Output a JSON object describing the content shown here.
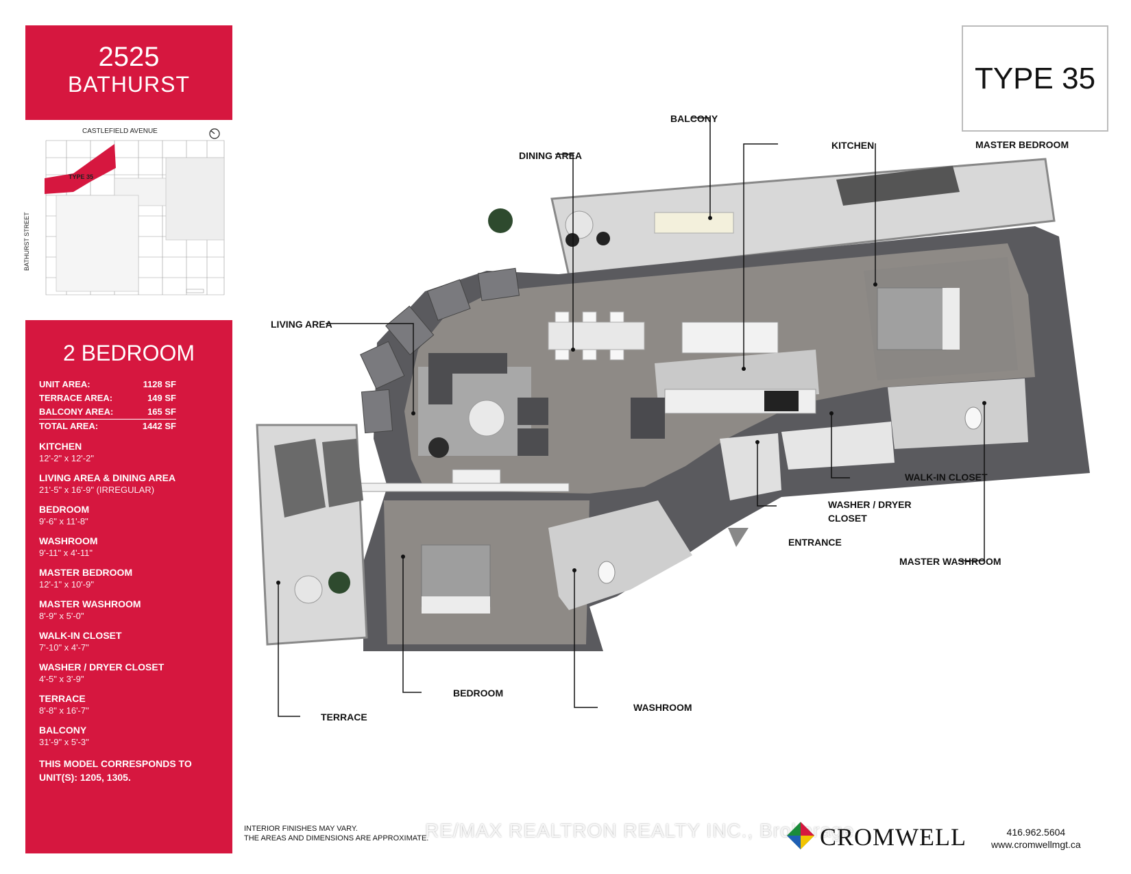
{
  "header": {
    "number": "2525",
    "street": "BATHURST"
  },
  "keyplan": {
    "street_top": "CASTLEFIELD AVENUE",
    "street_side": "BATHURST STREET",
    "unit_label": "TYPE 35"
  },
  "type_label": "TYPE 35",
  "bedrooms_title": "2 BEDROOM",
  "areas": [
    {
      "label": "UNIT AREA:",
      "value": "1128 SF"
    },
    {
      "label": "TERRACE AREA:",
      "value": "149 SF"
    },
    {
      "label": "BALCONY AREA:",
      "value": "165 SF"
    },
    {
      "label": "TOTAL AREA:",
      "value": "1442 SF"
    }
  ],
  "rooms": [
    {
      "name": "KITCHEN",
      "dim": "12'-2\" x 12'-2\""
    },
    {
      "name": "LIVING AREA & DINING AREA",
      "dim": "21'-5\" x 16'-9\" (IRREGULAR)"
    },
    {
      "name": "BEDROOM",
      "dim": "9'-6\" x 11'-8\""
    },
    {
      "name": "WASHROOM",
      "dim": "9'-11\" x 4'-11\""
    },
    {
      "name": "MASTER BEDROOM",
      "dim": "12'-1\" x 10'-9\""
    },
    {
      "name": "MASTER WASHROOM",
      "dim": "8'-9\" x 5'-0\""
    },
    {
      "name": "WALK-IN CLOSET",
      "dim": "7'-10\" x 4'-7\""
    },
    {
      "name": "WASHER / DRYER CLOSET",
      "dim": "4'-5\" x 3'-9\""
    },
    {
      "name": "TERRACE",
      "dim": "8'-8\" x 16'-7\""
    },
    {
      "name": "BALCONY",
      "dim": "31'-9\" x 5'-3\""
    }
  ],
  "corresponds": [
    "THIS MODEL CORRESPONDS TO",
    "UNIT(S): 1205, 1305."
  ],
  "plan_labels": {
    "balcony": "BALCONY",
    "kitchen": "KITCHEN",
    "master_bedroom": "MASTER BEDROOM",
    "dining_area": "DINING AREA",
    "living_area": "LIVING AREA",
    "walk_in_closet": "WALK-IN CLOSET",
    "washer_dryer_1": "WASHER / DRYER",
    "washer_dryer_2": "CLOSET",
    "entrance": "ENTRANCE",
    "master_washroom": "MASTER WASHROOM",
    "bedroom": "BEDROOM",
    "washroom": "WASHROOM",
    "terrace": "TERRACE"
  },
  "footer": {
    "disclaimer": [
      "INTERIOR FINISHES MAY VARY.",
      "THE AREAS AND DIMENSIONS ARE APPROXIMATE."
    ],
    "watermark": "RE/MAX REALTRON REALTY INC., Brokerage",
    "logo_text": "CROMWELL",
    "phone": "416.962.5604",
    "website": "www.cromwellmgt.ca"
  },
  "colors": {
    "brand_red": "#d6173f",
    "floor": "#8e8a86",
    "wall": "#5a5a5e"
  }
}
